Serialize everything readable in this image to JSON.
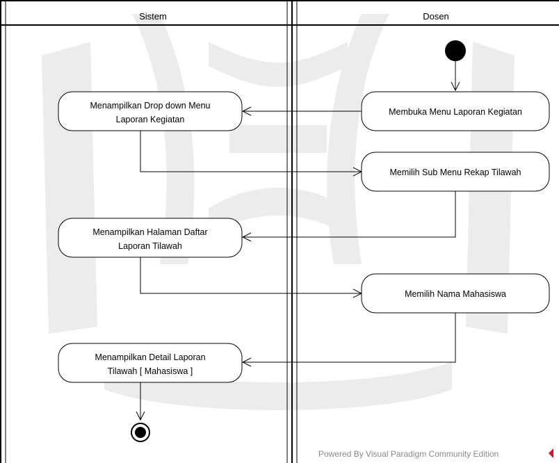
{
  "lanes": {
    "left_title": "Sistem",
    "right_title": "Dosen"
  },
  "nodes": {
    "membuka_menu": "Membuka Menu Laporan Kegiatan",
    "tampil_dropdown": [
      "Menampilkan Drop down Menu",
      "Laporan Kegiatan"
    ],
    "pilih_submenu": "Memilih Sub Menu Rekap Tilawah",
    "tampil_daftar": [
      "Menampilkan Halaman Daftar",
      "Laporan Tilawah"
    ],
    "pilih_mahasiswa": "Memilih Nama Mahasiswa",
    "tampil_detail": [
      "Menampilkan Detail Laporan",
      "Tilawah [ Mahasiswa ]"
    ]
  },
  "footer": {
    "text": "Powered By  Visual Paradigm Community Edition"
  },
  "colors": {
    "line": "#000000",
    "node_fill": "#ffffff",
    "watermark": "#ececec",
    "footer_text": "#8a8a8a",
    "footer_logo": "#d0142c"
  }
}
